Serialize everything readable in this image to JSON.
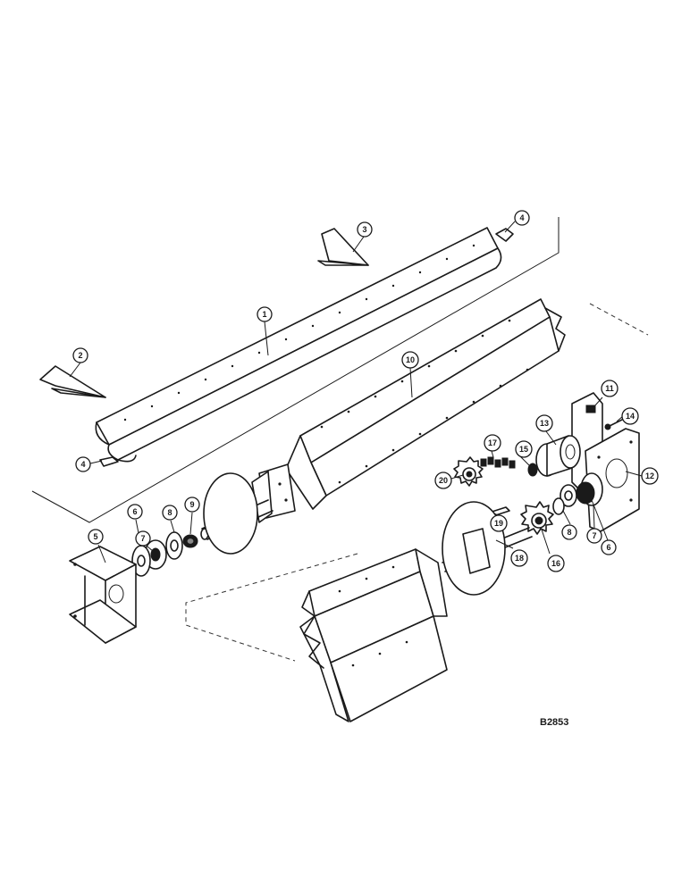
{
  "drawing_code": "B2853",
  "callouts": {
    "c1": "1",
    "c2": "2",
    "c3": "3",
    "c4a": "4",
    "c4b": "4",
    "c5": "5",
    "c6a": "6",
    "c6b": "6",
    "c7a": "7",
    "c7b": "7",
    "c8a": "8",
    "c8b": "8",
    "c9": "9",
    "c10": "10",
    "c11": "11",
    "c12": "12",
    "c13": "13",
    "c14": "14",
    "c15": "15",
    "c16": "16",
    "c17": "17",
    "c18": "18",
    "c19": "19",
    "c20": "20"
  }
}
